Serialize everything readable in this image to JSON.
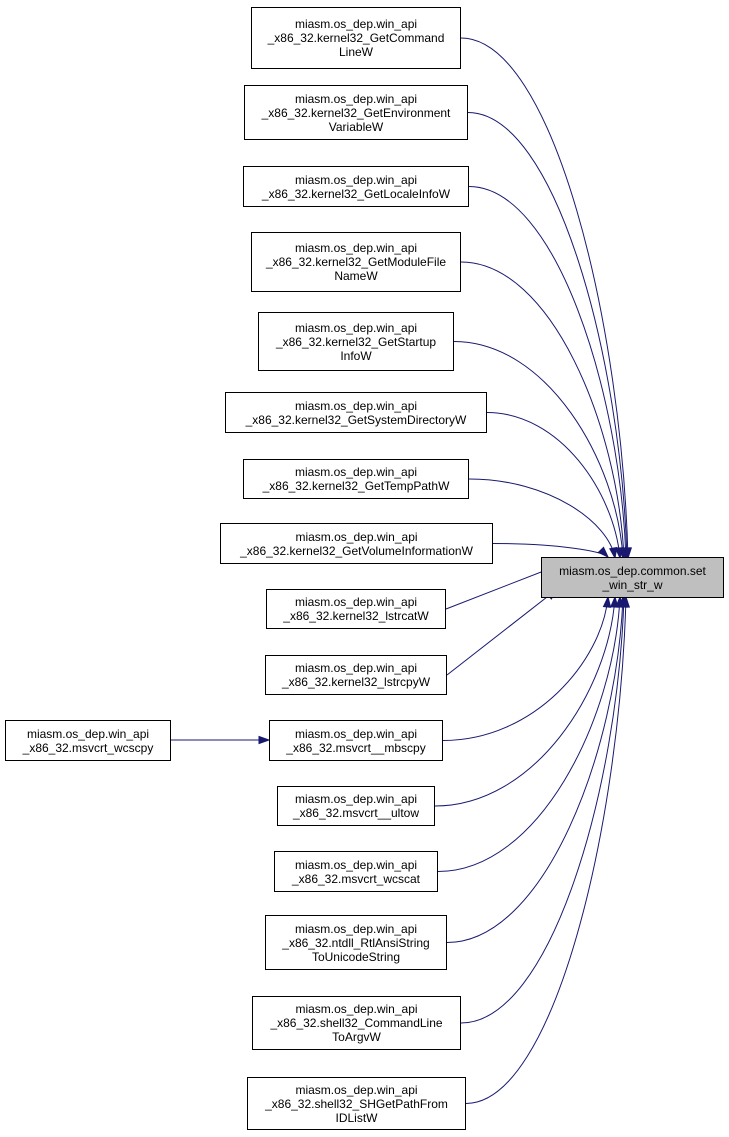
{
  "colors": {
    "edge": "#191970",
    "target_fill": "#bfbfbf",
    "node_border": "#000000"
  },
  "target": {
    "lines": [
      "miasm.os_dep.common.set",
      "_win_str_w"
    ]
  },
  "callers": [
    {
      "lines": [
        "miasm.os_dep.win_api",
        "_x86_32.kernel32_GetCommand",
        "LineW"
      ]
    },
    {
      "lines": [
        "miasm.os_dep.win_api",
        "_x86_32.kernel32_GetEnvironment",
        "VariableW"
      ]
    },
    {
      "lines": [
        "miasm.os_dep.win_api",
        "_x86_32.kernel32_GetLocaleInfoW"
      ]
    },
    {
      "lines": [
        "miasm.os_dep.win_api",
        "_x86_32.kernel32_GetModuleFile",
        "NameW"
      ]
    },
    {
      "lines": [
        "miasm.os_dep.win_api",
        "_x86_32.kernel32_GetStartup",
        "InfoW"
      ]
    },
    {
      "lines": [
        "miasm.os_dep.win_api",
        "_x86_32.kernel32_GetSystemDirectoryW"
      ]
    },
    {
      "lines": [
        "miasm.os_dep.win_api",
        "_x86_32.kernel32_GetTempPathW"
      ]
    },
    {
      "lines": [
        "miasm.os_dep.win_api",
        "_x86_32.kernel32_GetVolumeInformationW"
      ]
    },
    {
      "lines": [
        "miasm.os_dep.win_api",
        "_x86_32.kernel32_lstrcatW"
      ]
    },
    {
      "lines": [
        "miasm.os_dep.win_api",
        "_x86_32.kernel32_lstrcpyW"
      ]
    },
    {
      "lines": [
        "miasm.os_dep.win_api",
        "_x86_32.msvcrt__mbscpy"
      ]
    },
    {
      "lines": [
        "miasm.os_dep.win_api",
        "_x86_32.msvcrt__ultow"
      ]
    },
    {
      "lines": [
        "miasm.os_dep.win_api",
        "_x86_32.msvcrt_wcscat"
      ]
    },
    {
      "lines": [
        "miasm.os_dep.win_api",
        "_x86_32.ntdll_RtlAnsiString",
        "ToUnicodeString"
      ]
    },
    {
      "lines": [
        "miasm.os_dep.win_api",
        "_x86_32.shell32_CommandLine",
        "ToArgvW"
      ]
    },
    {
      "lines": [
        "miasm.os_dep.win_api",
        "_x86_32.shell32_SHGetPathFrom",
        "IDListW"
      ]
    }
  ],
  "indirect_caller": {
    "lines": [
      "miasm.os_dep.win_api",
      "_x86_32.msvcrt_wcscpy"
    ]
  }
}
